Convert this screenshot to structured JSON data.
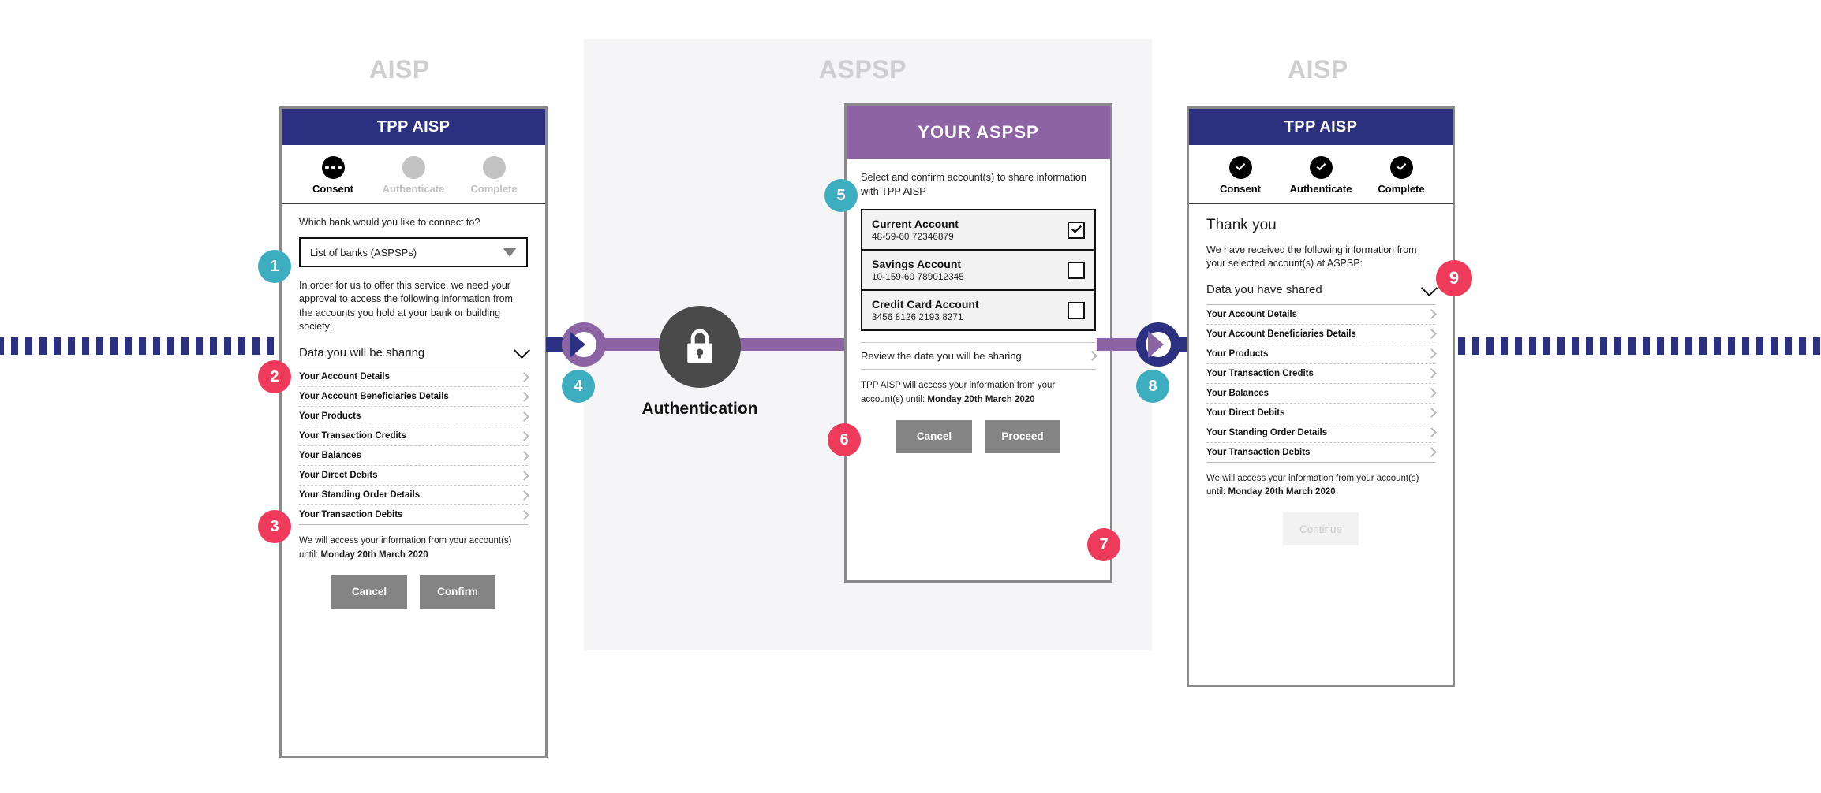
{
  "zones": {
    "aisp_left": "AISP",
    "aspsp": "ASPSP",
    "aisp_right": "AISP"
  },
  "auth": {
    "label": "Authentication",
    "icon": "lock-icon"
  },
  "panel_consent": {
    "header_title": "TPP AISP",
    "steps": [
      {
        "label": "Consent",
        "state": "active",
        "icon": "ellipsis-icon"
      },
      {
        "label": "Authenticate",
        "state": "inactive",
        "icon": "blank-circle-icon"
      },
      {
        "label": "Complete",
        "state": "inactive",
        "icon": "blank-circle-icon"
      }
    ],
    "question": "Which bank would you like to connect to?",
    "select_value": "List of banks (ASPSPs)",
    "intro": "In order for us to offer this service, we need your approval to access the following information from the accounts you hold at your bank or building society:",
    "section_title": "Data you will be sharing",
    "items": [
      "Your Account Details",
      "Your Account Beneficiaries Details",
      "Your Products",
      "Your Transaction Credits",
      "Your Balances",
      "Your Direct Debits",
      "Your Standing Order Details",
      "Your Transaction Debits"
    ],
    "until_prefix": "We will access your information from your account(s) until: ",
    "until_date": "Monday 20th March 2020",
    "cancel_label": "Cancel",
    "confirm_label": "Confirm"
  },
  "panel_aspsp": {
    "header_title": "YOUR ASPSP",
    "intro": "Select and confirm account(s) to share information with TPP AISP",
    "accounts": [
      {
        "name": "Current Account",
        "number": "48-59-60   72346879",
        "checked": true
      },
      {
        "name": "Savings Account",
        "number": "10-159-60   789012345",
        "checked": false
      },
      {
        "name": "Credit Card Account",
        "number": "3456 8126 2193 8271",
        "checked": false
      }
    ],
    "review_label": "Review the data you will be sharing",
    "until_prefix": "TPP AISP will access your information from your account(s) until: ",
    "until_date": "Monday 20th March 2020",
    "cancel_label": "Cancel",
    "proceed_label": "Proceed"
  },
  "panel_complete": {
    "header_title": "TPP AISP",
    "steps": [
      {
        "label": "Consent",
        "state": "done",
        "icon": "check-circle-icon"
      },
      {
        "label": "Authenticate",
        "state": "done",
        "icon": "check-circle-icon"
      },
      {
        "label": "Complete",
        "state": "done",
        "icon": "check-circle-icon"
      }
    ],
    "title": "Thank you",
    "intro": "We have received the following information from your selected account(s) at ASPSP:",
    "section_title": "Data you have shared",
    "items": [
      "Your Account Details",
      "Your Account Beneficiaries Details",
      "Your Products",
      "Your Transaction Credits",
      "Your Balances",
      "Your Direct Debits",
      "Your Standing Order Details",
      "Your Transaction Debits"
    ],
    "until_prefix": "We will access your information from your account(s) until: ",
    "until_date": "Monday 20th March 2020",
    "continue_label": "Continue"
  },
  "badges": [
    {
      "n": "1",
      "color": "teal"
    },
    {
      "n": "2",
      "color": "pink"
    },
    {
      "n": "3",
      "color": "pink"
    },
    {
      "n": "4",
      "color": "teal"
    },
    {
      "n": "5",
      "color": "teal"
    },
    {
      "n": "6",
      "color": "pink"
    },
    {
      "n": "7",
      "color": "pink"
    },
    {
      "n": "8",
      "color": "teal"
    },
    {
      "n": "9",
      "color": "pink"
    }
  ],
  "colors": {
    "navy": "#2b3180",
    "purple": "#8d64a3",
    "pink": "#ee3b5b",
    "teal": "#3caec0",
    "grey_button": "#848484",
    "zone_bg": "#f5f4f7"
  }
}
